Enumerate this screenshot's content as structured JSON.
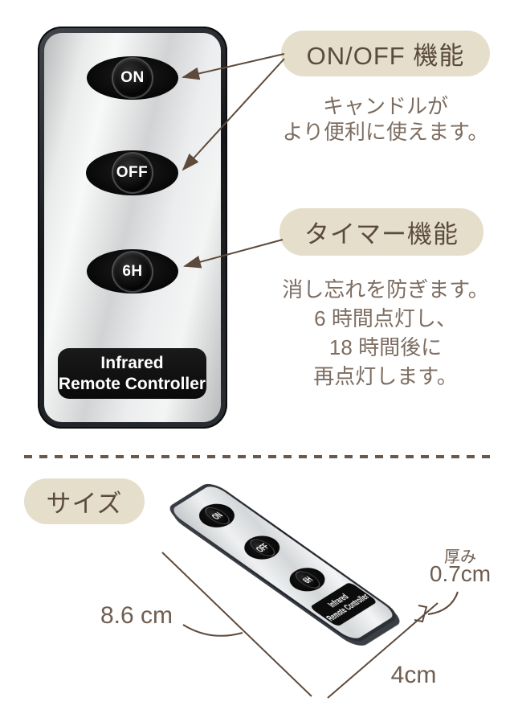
{
  "remote": {
    "buttons": [
      "ON",
      "OFF",
      "6H"
    ],
    "label_line1": "Infrared",
    "label_line2": "Remote Controller"
  },
  "annotations": {
    "onoff": {
      "title": "ON/OFF 機能",
      "lines": [
        "キャンドルが",
        "より便利に使えます。"
      ]
    },
    "timer": {
      "title": "タイマー機能",
      "lines": [
        "消し忘れを防ぎます。",
        "6 時間点灯し、",
        "18 時間後に",
        "再点灯します。"
      ]
    }
  },
  "size_section": {
    "title": "サイズ",
    "length_label": "8.6 cm",
    "width_label": "4cm",
    "thickness_caption": "厚み",
    "thickness_value": "0.7cm"
  },
  "colors": {
    "pill_background": "#e5decb",
    "pill_text": "#5a4b3e",
    "note_text": "#7d6d61",
    "annotation_line": "#5d4a3c",
    "divider_dash": "#6b584a",
    "remote_body": "#1c1f23",
    "remote_face_silver": "#e4e6e7",
    "button_black": "#0a0a0a",
    "button_text": "#ffffff"
  }
}
